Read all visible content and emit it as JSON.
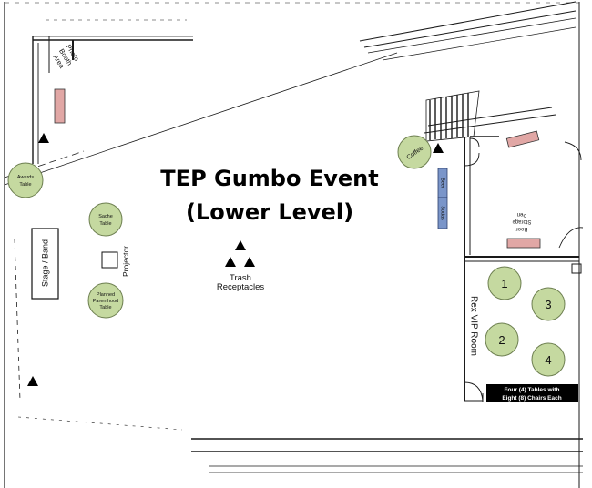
{
  "title": {
    "line1": "TEP Gumbo Event",
    "line2": "(Lower Level)"
  },
  "areas": {
    "photo_booth": [
      "Photo",
      "Booth",
      "Area"
    ],
    "stage_band": "Stage / Band",
    "projector": "Projector",
    "rex_vip_room": "Rex VIP Room",
    "beer_storage": [
      "Beer",
      "Storage",
      "Pen"
    ]
  },
  "tables": {
    "awards": [
      "Awards",
      "Table"
    ],
    "sache": [
      "Sache",
      "Table"
    ],
    "planned_parenthood": [
      "Planned",
      "Parenthood",
      "Table"
    ],
    "coffee": "Coffee",
    "vip_numbers": [
      "1",
      "2",
      "3",
      "4"
    ],
    "vip_note": [
      "Four (4) Tables with",
      "Eight (8) Chairs Each"
    ]
  },
  "bars": {
    "beer": "Beer",
    "soda": "Sodas"
  },
  "trash": [
    "Trash",
    "Receptacles"
  ],
  "colors": {
    "table_fill": "#c5d9a0",
    "table_stroke": "#6d7f50",
    "pink": "#e1a7a5",
    "blue": "#7a95c9",
    "note_bg": "#000000",
    "wall": "#1a1a1a"
  }
}
